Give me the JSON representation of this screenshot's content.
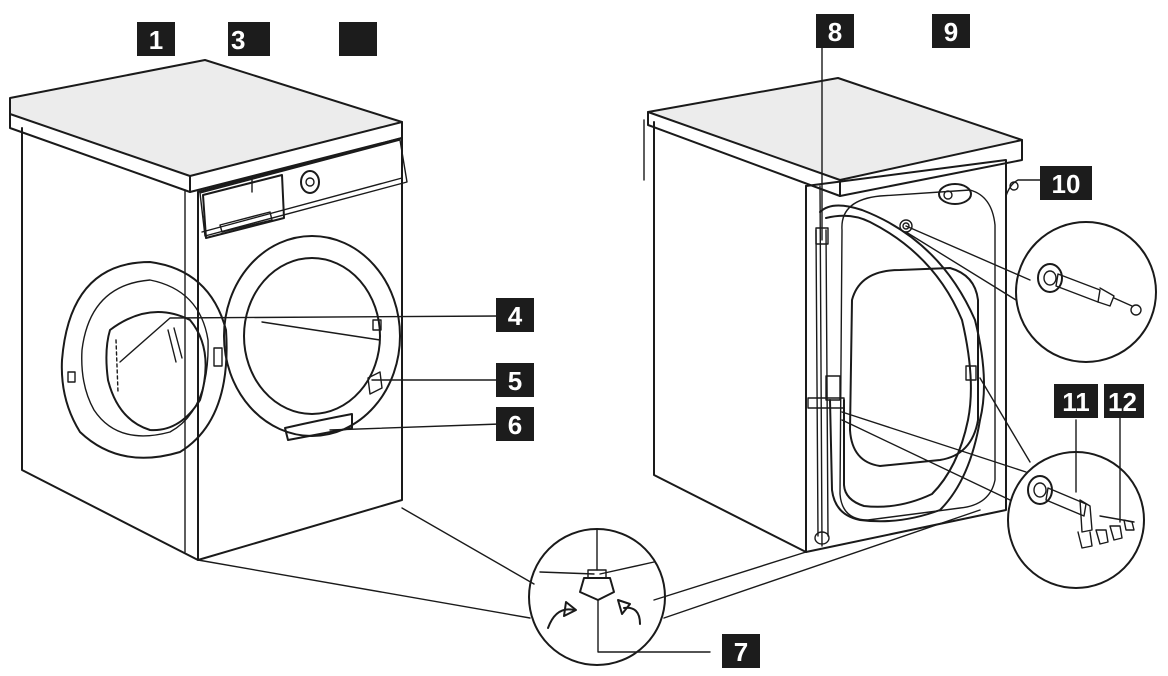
{
  "callouts": {
    "c1": "1",
    "c3": "3",
    "c2": "",
    "c4": "4",
    "c5": "5",
    "c6": "6",
    "c7": "7",
    "c8": "8",
    "c9": "9",
    "c10": "10",
    "c11": "11",
    "c12": "12"
  }
}
